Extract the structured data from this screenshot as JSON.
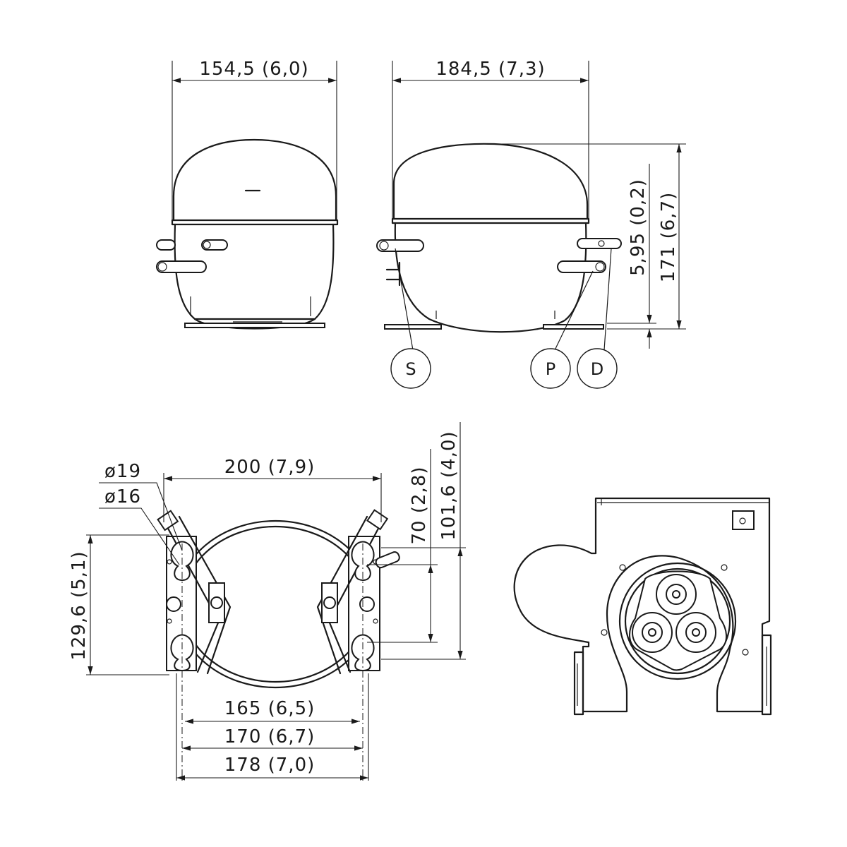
{
  "dimensions": {
    "front_width": "154,5 (6,0)",
    "side_width": "184,5 (7,3)",
    "side_offset": "5,95 (0,2)",
    "total_height": "171 (6,7)",
    "base_width": "200 (7,9)",
    "hole_small": "ø19",
    "hole_large": "ø16",
    "base_depth": "129,6 (5,1)",
    "center_offset": "70 (2,8)",
    "base_depth2": "101,6 (4,0)",
    "span_165": "165 (6,5)",
    "span_170": "170 (6,7)",
    "span_178": "178 (7,0)"
  },
  "connections": {
    "suction": "S",
    "process": "P",
    "discharge": "D"
  }
}
